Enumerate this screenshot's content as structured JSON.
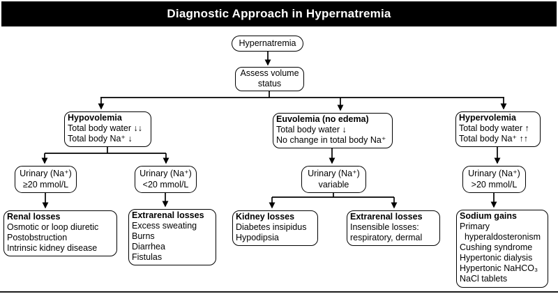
{
  "title": "Diagnostic Approach in Hypernatremia",
  "colors": {
    "title_bar_bg": "#000000",
    "title_bar_text": "#ffffff",
    "box_fill": "#ffffff",
    "box_border": "#000000",
    "connector": "#000000"
  },
  "flowchart": {
    "root": {
      "label": "Hypernatremia"
    },
    "assess": {
      "lines": [
        "Assess volume",
        "status"
      ]
    },
    "hypovolemia": {
      "title": "Hypovolemia",
      "lines": [
        "Total body water ↓↓",
        "Total body Na⁺ ↓"
      ]
    },
    "euvolemia": {
      "title": "Euvolemia (no edema)",
      "lines": [
        "Total body water ↓",
        "No change in total body Na⁺"
      ]
    },
    "hypervolemia": {
      "title": "Hypervolemia",
      "lines": [
        "Total body water ↑",
        "Total body Na⁺ ↑↑"
      ]
    },
    "urinary_hypo_high": {
      "lines": [
        "Urinary (Na⁺)",
        "≥20 mmol/L"
      ]
    },
    "urinary_hypo_low": {
      "lines": [
        "Urinary (Na⁺)",
        "<20 mmol/L"
      ]
    },
    "urinary_eu": {
      "lines": [
        "Urinary (Na⁺)",
        "variable"
      ]
    },
    "urinary_hyper": {
      "lines": [
        "Urinary (Na⁺)",
        ">20 mmol/L"
      ]
    },
    "renal_losses": {
      "title": "Renal losses",
      "lines": [
        "Osmotic or loop diuretic",
        "Postobstruction",
        "Intrinsic kidney disease"
      ]
    },
    "extrarenal_losses_hypo": {
      "title": "Extrarenal losses",
      "lines": [
        "Excess sweating",
        "Burns",
        "Diarrhea",
        "Fistulas"
      ]
    },
    "kidney_losses": {
      "title": "Kidney losses",
      "lines": [
        "Diabetes insipidus",
        "Hypodipsia"
      ]
    },
    "extrarenal_losses_eu": {
      "title": "Extrarenal losses",
      "lines": [
        "Insensible losses:",
        "respiratory, dermal"
      ]
    },
    "sodium_gains": {
      "title": "Sodium gains",
      "lines": [
        "Primary",
        "  hyperaldosteronism",
        "Cushing syndrome",
        "Hypertonic dialysis",
        "Hypertonic NaHCO₃",
        "NaCl tablets"
      ]
    }
  }
}
